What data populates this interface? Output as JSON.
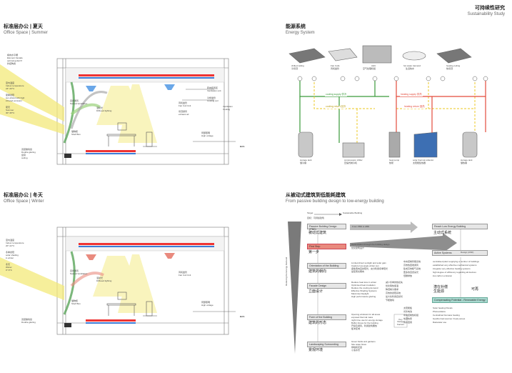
{
  "header": {
    "title_zh": "可持续性研究",
    "title_en": "Sustainability Study"
  },
  "summer": {
    "title_zh": "标准层办公 | 夏天",
    "title_en": "Office Space | Summer",
    "labels": [
      "横向水平槽",
      "Element Facade",
      "optimal gutter/rf",
      "外挂陶瓷",
      "室内温度",
      "Indoor temperature",
      "24°-26°C",
      "夏季遮阳",
      "sun-shield with high",
      "infrared emission",
      "夏天",
      "Summer",
      "30°-35°C",
      "自然通风",
      "Natural Ventilation",
      "漫射光",
      "Diffused lighting",
      "风机盘管",
      "Fan Coil Unit",
      "吊顶通风",
      "exhaust air",
      "储物柜",
      "Shelf Box",
      "局部照明",
      "High voltage",
      "BAS",
      "转向装置区",
      "Ventilation unit",
      "冷却盘管",
      "Cooling coil",
      "Ventilation",
      "Cooling",
      "双层玻璃窗",
      "Double glazing",
      "窗帘",
      "ceiling"
    ]
  },
  "winter": {
    "title_zh": "标准层办公 | 冬天",
    "title_en": "Office Space | Winter",
    "labels": [
      "室内温度",
      "Indoor temperature",
      "20°-22°C",
      "冬季遮阳",
      "solar shading",
      "in winter",
      "冬天",
      "Winter",
      "0°-5°C",
      "自然通风",
      "Natural Ventilation",
      "漫射光",
      "Diffused lighting",
      "风机盘管",
      "Fan Coil Unit",
      "储物柜",
      "Shelf Box",
      "局部照明",
      "High voltage",
      "BAS",
      "双层玻璃窗",
      "Double glazing"
    ]
  },
  "energy": {
    "title_zh": "能源系统",
    "title_en": "Energy System",
    "top_items": [
      {
        "en": "chilled ceiling",
        "zh": "冷吊顶"
      },
      {
        "en": "Fan Coils",
        "zh": "风机盘管"
      },
      {
        "en": "AHU",
        "zh": "空气处理机组"
      },
      {
        "en": "hot water demand",
        "zh": "生活热水"
      },
      {
        "en": "heating ceiling",
        "zh": "热吊顶"
      }
    ],
    "cooling_supply": "cooling supply 供冷",
    "cooling_return": "cooling return 回冷",
    "heating_supply": "heating supply 供热",
    "heating_return": "heating return 回热",
    "bottom_items": [
      {
        "en": "storage tank",
        "zh": "储冷罐"
      },
      {
        "en": "compression chiller",
        "zh": "压缩式制冷机"
      },
      {
        "en": "heat pump",
        "zh": "热泵"
      },
      {
        "en": "solar thermal collector",
        "zh": "太阳能集热器"
      },
      {
        "en": "storage tank",
        "zh": "储热罐"
      }
    ],
    "colors": {
      "cooling": "#3a9a3a",
      "heating": "#e34b3b",
      "return": "#f0d34a"
    }
  },
  "passive": {
    "title_zh": "从被动式建筑到低能耗建筑",
    "title_en": "From passive building design to low-energy building",
    "target_label": "Target",
    "target_zh": "目标：可持续建筑",
    "sustainable_label": "Sustainable Building",
    "axis_label": "Reducing the Energy Demand",
    "left_boxes": [
      {
        "en": "Passive Building Design (PBD)",
        "zh": "被动式建筑"
      },
      {
        "en": "First Step",
        "zh": "第一步"
      },
      {
        "en": "Orientation of the Building",
        "zh": "建筑的朝向"
      },
      {
        "en": "Facade Design",
        "zh": "立面设计"
      },
      {
        "en": "Form of the Building",
        "zh": "建筑的形态"
      },
      {
        "en": "Landscaping Surrounding",
        "zh": "景观环境"
      }
    ],
    "from_pbd": "From PBD to ABD",
    "optimization": "Optimization through the building design",
    "optimization_zh": "优化建筑设计",
    "orientation_text": [
      "Limited direct sunlight and solar gain",
      "Capture low-angle winter sun",
      "避免南向直射阳光，充分利用冬季阳光",
      "最佳南北朝向"
    ],
    "facade_text": [
      "Reduce heat loss in winter",
      "Optimised heat insulation",
      "Reduce the cooling demand",
      "Effective Shading Systems",
      "Maximise Daylight",
      "High performance glazing"
    ],
    "facade_zh": [
      "减少冬季的热损失",
      "优化隔热保温",
      "降低制冷需求",
      "高效的遮阳系统",
      "最大化利用自然光",
      "节能玻璃"
    ],
    "form_text": [
      "Opening windows for all areas",
      "exposed thermal mass",
      "night time use for energy storage",
      "Buffer Zones for the building",
      "开窗及通风，利用建筑蓄热",
      "缓冲区域"
    ],
    "key_label": "Key Design Factors",
    "landscape_text": [
      "Green fields and gardens",
      "Site water flows",
      "绿地和花园",
      "小溪水景"
    ],
    "reach_low": "Reach Low Energy Building",
    "reach_low_zh": "主动式系统",
    "active_label": "Active Systems",
    "active_abbr": "Design (ASD)",
    "active_zh_list": [
      "中央控制智能系统",
      "高效热回收通风",
      "集成高效暖气系统",
      "更多的自然采光",
      "低碳排放"
    ],
    "active_en_list": [
      "centralised plant supplying a number of buildings",
      "established very effective mechanical systems",
      "integrate very effective heating systems",
      "high degree of efficiency regarding all devices",
      "low carbon emission"
    ],
    "compensating": "Compensating Potential - Renewable Energy",
    "compensating_zh": "潜在补偿\n生能源",
    "renewable_zh": "可再",
    "renewable_zh_list": [
      "太阳能板",
      "光伏电池",
      "中央控制热机组",
      "地源热泵",
      "雨水回用"
    ],
    "renewable_en_list": [
      "Solar heating Panels",
      "Photovoltaics",
      "Centralized biomass heating",
      "Geothermal sources / heat pumps",
      "Rainwater use"
    ]
  }
}
